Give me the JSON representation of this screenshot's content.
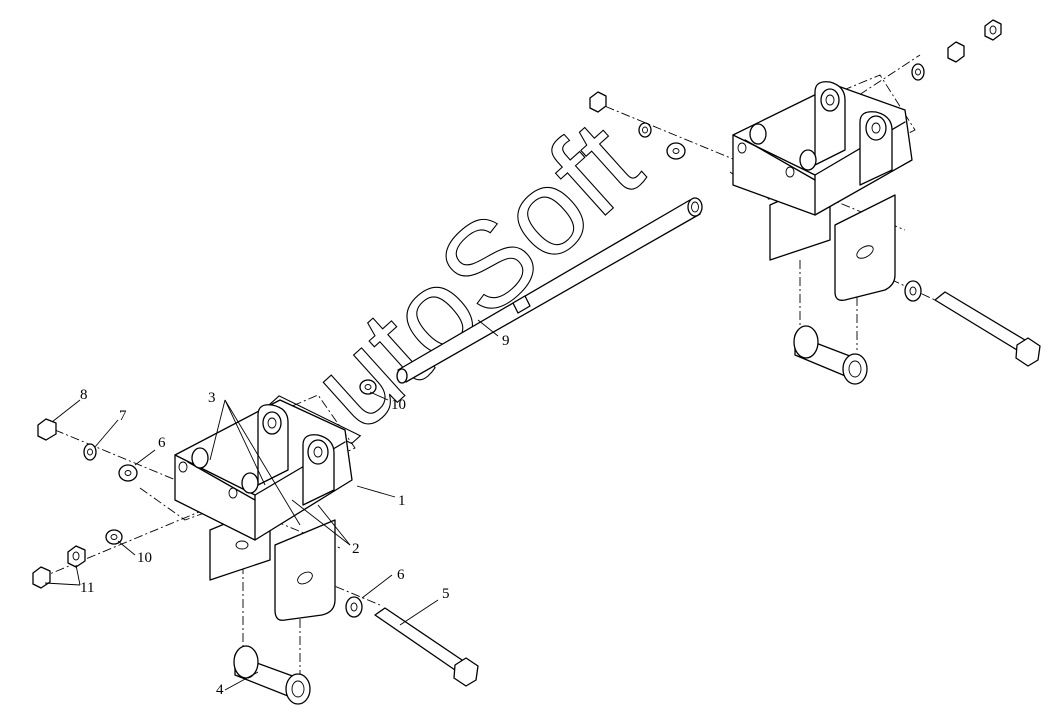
{
  "watermark": "AutoSoft",
  "callouts": [
    {
      "id": "c1",
      "label": "1"
    },
    {
      "id": "c2",
      "label": "2"
    },
    {
      "id": "c3",
      "label": "3"
    },
    {
      "id": "c4",
      "label": "4"
    },
    {
      "id": "c5",
      "label": "5"
    },
    {
      "id": "c6a",
      "label": "6"
    },
    {
      "id": "c6b",
      "label": "6"
    },
    {
      "id": "c7",
      "label": "7"
    },
    {
      "id": "c8",
      "label": "8"
    },
    {
      "id": "c9",
      "label": "9"
    },
    {
      "id": "c10a",
      "label": "10"
    },
    {
      "id": "c10b",
      "label": "10"
    },
    {
      "id": "c11",
      "label": "11"
    }
  ]
}
